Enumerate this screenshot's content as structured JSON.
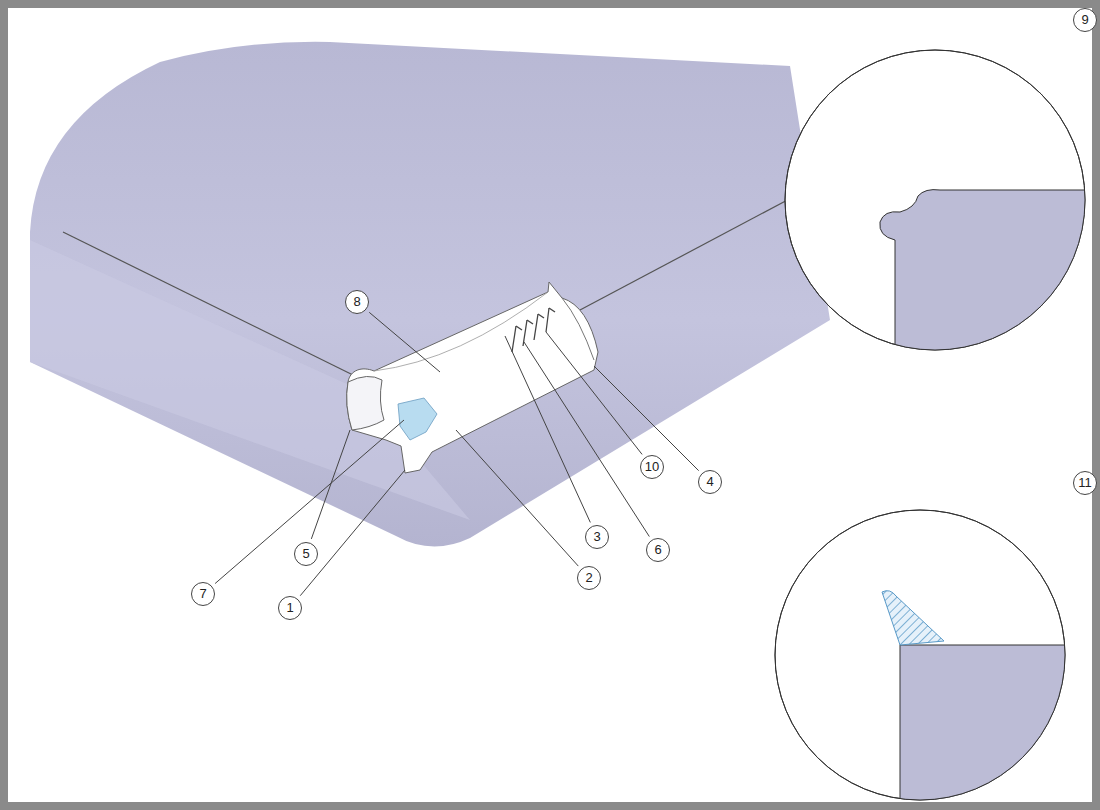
{
  "diagram": {
    "labels": [
      "9",
      "8",
      "10",
      "4",
      "11",
      "3",
      "5",
      "6",
      "7",
      "2",
      "1"
    ]
  }
}
